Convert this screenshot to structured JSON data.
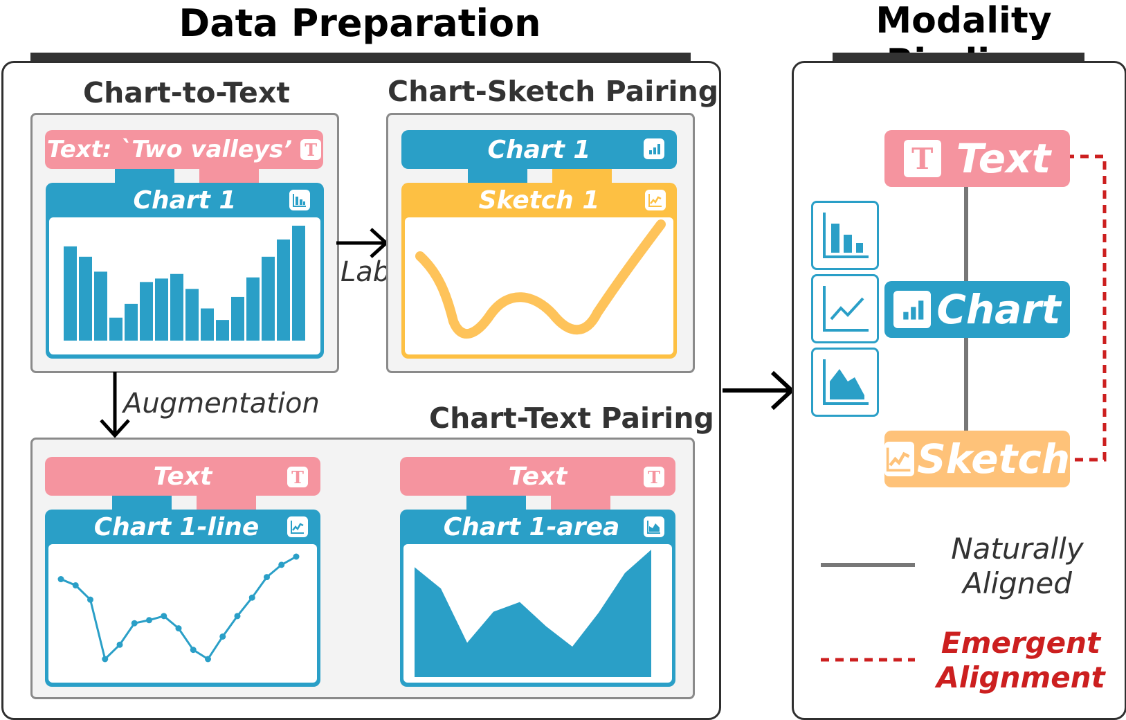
{
  "headings": {
    "data_preparation": "Data Preparation",
    "modality_binding": "Modality Binding"
  },
  "sections": {
    "chart_to_text": "Chart-to-Text",
    "chart_sketch_pairing": "Chart-Sketch Pairing",
    "chart_text_pairing": "Chart-Text Pairing"
  },
  "chart_to_text": {
    "text_label": "Text: `Two valleys’",
    "chart_label": "Chart 1",
    "bars": [
      0.82,
      0.73,
      0.6,
      0.2,
      0.32,
      0.51,
      0.54,
      0.58,
      0.45,
      0.28,
      0.18,
      0.38,
      0.55,
      0.73,
      0.88,
      1.0
    ]
  },
  "chart_sketch": {
    "chart_label": "Chart 1",
    "sketch_label": "Sketch 1"
  },
  "edges": {
    "labeling": "Labeling",
    "augmentation": "Augmentation"
  },
  "chart_text_pairing": {
    "left": {
      "text_label": "Text",
      "chart_label": "Chart 1-line",
      "points": [
        0.78,
        0.72,
        0.58,
        0.0,
        0.14,
        0.35,
        0.38,
        0.42,
        0.3,
        0.09,
        0.0,
        0.22,
        0.42,
        0.6,
        0.8,
        0.92,
        1.0
      ]
    },
    "right": {
      "text_label": "Text",
      "chart_label": "Chart 1-area",
      "points": [
        0.82,
        0.6,
        0.04,
        0.36,
        0.46,
        0.21,
        0.0,
        0.35,
        0.76,
        1.0
      ]
    }
  },
  "binding": {
    "text_label": "Text",
    "chart_label": "Chart",
    "sketch_label": "Sketch",
    "legend": {
      "natural": [
        "Naturally",
        "Aligned"
      ],
      "emergent": [
        "Emergent",
        "Alignment"
      ]
    }
  },
  "colors": {
    "pink": "#f5949f",
    "blue": "#2a9fc7",
    "yellow": "#fdc043",
    "orange": "#fec279",
    "red_dashed": "#cc1f1f",
    "grey_line": "#777777"
  }
}
